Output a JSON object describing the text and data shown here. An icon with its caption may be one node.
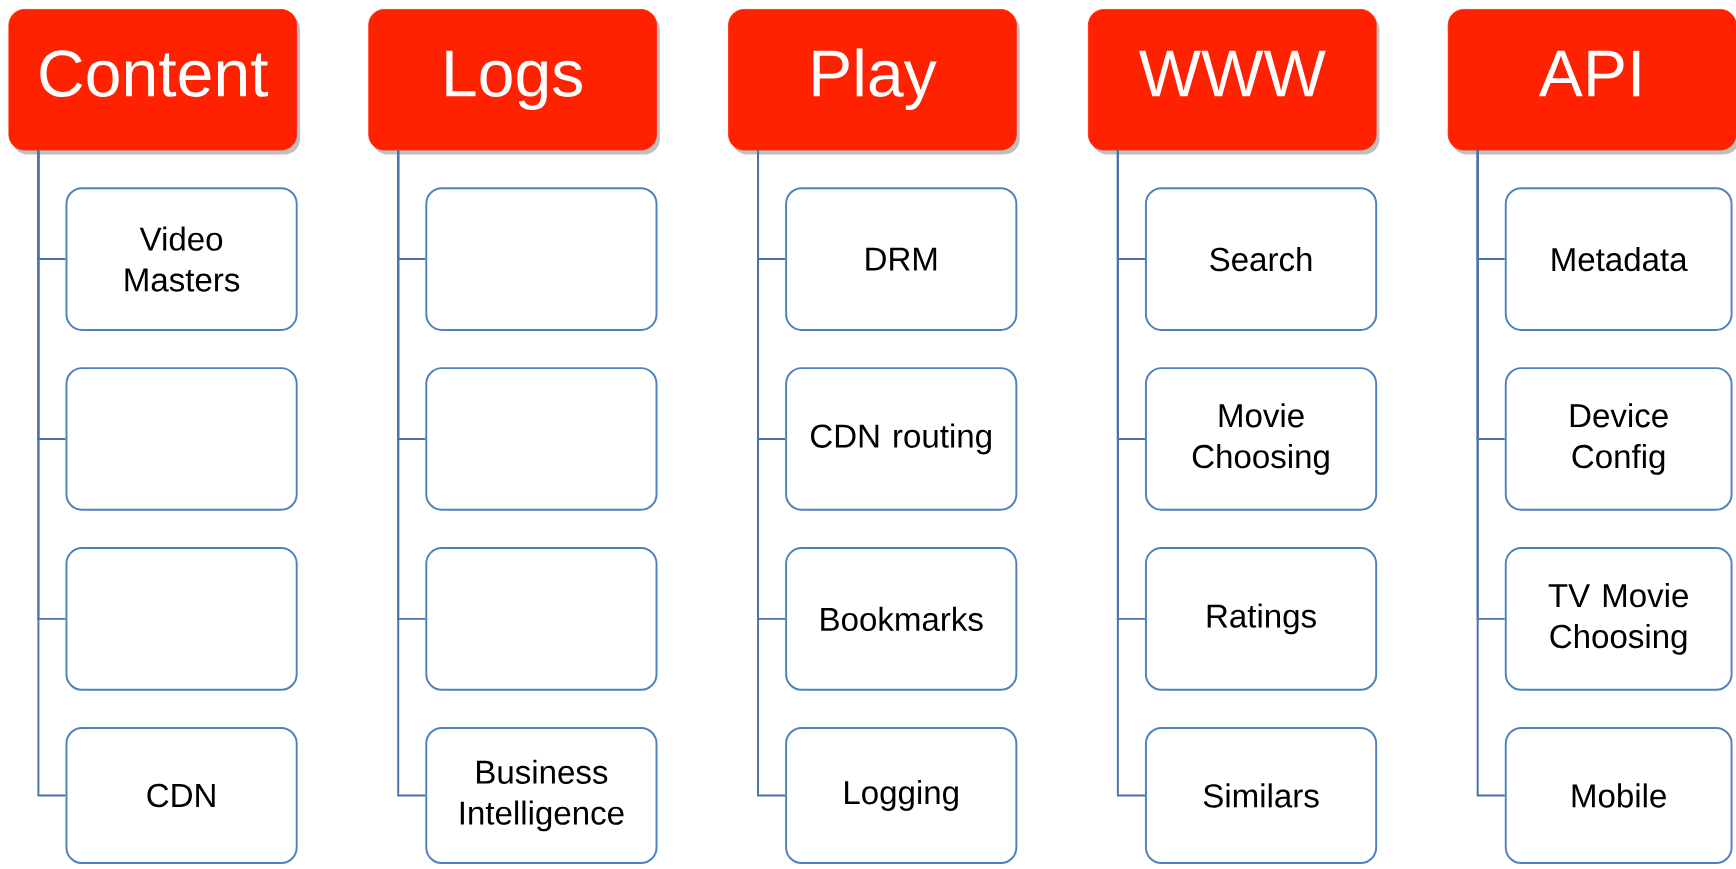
{
  "diagram": {
    "nodes": [
      {
        "text": [
          "Content"
        ]
      },
      {
        "text": [
          "Video Masters"
        ]
      },
      {
        "text": [],
        "shape": "box"
      },
      {
        "text": [],
        "shape": "box"
      },
      {
        "text": [
          "CDN"
        ]
      },
      {
        "text": [
          "Logs"
        ]
      },
      {
        "text": [],
        "shape": "box"
      },
      {
        "text": [],
        "shape": "box"
      },
      {
        "text": [],
        "shape": "box"
      },
      {
        "text": [
          "Business Intelligence"
        ]
      },
      {
        "text": [
          "Play"
        ]
      },
      {
        "text": [
          "DRM"
        ]
      },
      {
        "text": [
          "CDN routing"
        ]
      },
      {
        "text": [
          "Bookmarks"
        ]
      },
      {
        "text": [
          "Logging"
        ]
      },
      {
        "text": [
          "WWW"
        ]
      },
      {
        "text": [
          "Search"
        ]
      },
      {
        "text": [
          "Movie Choosing"
        ]
      },
      {
        "text": [
          "Ratings"
        ]
      },
      {
        "text": [
          "Similars"
        ]
      },
      {
        "text": [
          "API"
        ]
      },
      {
        "text": [
          "Metadata"
        ]
      },
      {
        "text": [
          "Device Config"
        ]
      },
      {
        "text": [
          "TV Movie Choosing"
        ]
      },
      {
        "text": [
          "Mobile"
        ]
      }
    ],
    "edges": [
      {
        "from": 0,
        "to": 1,
        "arrow": "none"
      },
      {
        "from": 0,
        "to": 2,
        "arrow": "none"
      },
      {
        "from": 0,
        "to": 3,
        "arrow": "none"
      },
      {
        "from": 0,
        "to": 4,
        "arrow": "none"
      },
      {
        "from": 5,
        "to": 6,
        "arrow": "none"
      },
      {
        "from": 5,
        "to": 7,
        "arrow": "none"
      },
      {
        "from": 5,
        "to": 8,
        "arrow": "none"
      },
      {
        "from": 5,
        "to": 9,
        "arrow": "none"
      },
      {
        "from": 10,
        "to": 11,
        "arrow": "none"
      },
      {
        "from": 10,
        "to": 12,
        "arrow": "none"
      },
      {
        "from": 10,
        "to": 13,
        "arrow": "none"
      },
      {
        "from": 10,
        "to": 14,
        "arrow": "none"
      },
      {
        "from": 15,
        "to": 16,
        "arrow": "none"
      },
      {
        "from": 15,
        "to": 17,
        "arrow": "none"
      },
      {
        "from": 15,
        "to": 18,
        "arrow": "none"
      },
      {
        "from": 15,
        "to": 19,
        "arrow": "none"
      },
      {
        "from": 20,
        "to": 21,
        "arrow": "none"
      },
      {
        "from": 20,
        "to": 22,
        "arrow": "none"
      },
      {
        "from": 20,
        "to": 23,
        "arrow": "none"
      },
      {
        "from": 20,
        "to": 24,
        "arrow": "none"
      }
    ]
  }
}
